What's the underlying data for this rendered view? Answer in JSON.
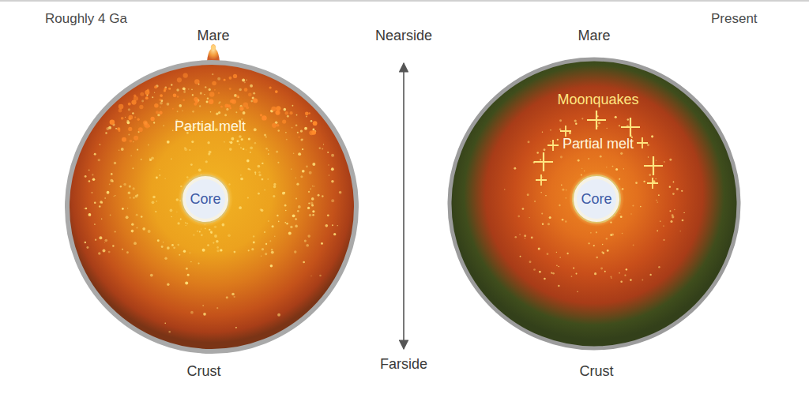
{
  "diagram": {
    "nodes": [
      {
        "text": [
          "Partial melt"
        ]
      },
      {
        "text": [
          "Core"
        ],
        "in": 0
      },
      {
        "text": [
          "Moonquakes",
          "Partial melt"
        ]
      },
      {
        "text": [
          "Core"
        ],
        "in": 2
      }
    ],
    "labels": [
      "Roughly 4 Ga",
      "Present",
      "Mare",
      "Nearside",
      "Mare",
      "Crust",
      "Farside",
      "Crust"
    ]
  }
}
